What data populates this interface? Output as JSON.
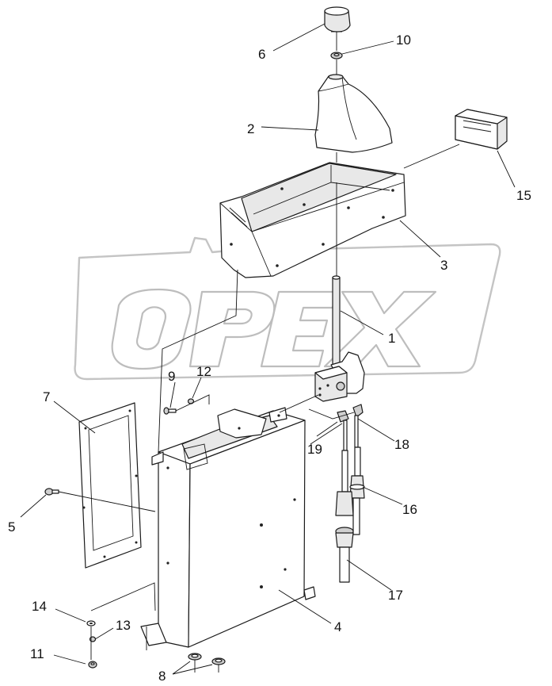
{
  "watermark": {
    "text": "OPEX",
    "color": "#c4c4c4"
  },
  "callouts": [
    {
      "id": "1",
      "label": "1"
    },
    {
      "id": "2",
      "label": "2"
    },
    {
      "id": "3",
      "label": "3"
    },
    {
      "id": "4",
      "label": "4"
    },
    {
      "id": "5",
      "label": "5"
    },
    {
      "id": "6",
      "label": "6"
    },
    {
      "id": "7",
      "label": "7"
    },
    {
      "id": "8",
      "label": "8"
    },
    {
      "id": "9",
      "label": "9"
    },
    {
      "id": "10",
      "label": "10"
    },
    {
      "id": "11",
      "label": "11"
    },
    {
      "id": "12",
      "label": "12"
    },
    {
      "id": "13",
      "label": "13"
    },
    {
      "id": "14",
      "label": "14"
    },
    {
      "id": "15",
      "label": "15"
    },
    {
      "id": "16",
      "label": "16"
    },
    {
      "id": "17",
      "label": "17"
    },
    {
      "id": "18",
      "label": "18"
    },
    {
      "id": "19",
      "label": "19"
    }
  ],
  "parts": [
    {
      "callout": "1",
      "name": "shift-lever-icon"
    },
    {
      "callout": "2",
      "name": "lever-boot-icon"
    },
    {
      "callout": "3",
      "name": "console-cover-icon"
    },
    {
      "callout": "4",
      "name": "console-housing-icon"
    },
    {
      "callout": "5",
      "name": "screw-icon"
    },
    {
      "callout": "6",
      "name": "shift-knob-icon"
    },
    {
      "callout": "7",
      "name": "side-panel-icon"
    },
    {
      "callout": "8",
      "name": "rubber-pad-icon"
    },
    {
      "callout": "9",
      "name": "bolt-icon"
    },
    {
      "callout": "10",
      "name": "nut-icon"
    },
    {
      "callout": "11",
      "name": "nut-icon"
    },
    {
      "callout": "12",
      "name": "nut-icon"
    },
    {
      "callout": "13",
      "name": "washer-icon"
    },
    {
      "callout": "14",
      "name": "washer-icon"
    },
    {
      "callout": "15",
      "name": "switch-block-icon"
    },
    {
      "callout": "16",
      "name": "control-cable-icon"
    },
    {
      "callout": "17",
      "name": "control-cable-icon"
    },
    {
      "callout": "18",
      "name": "cable-end-icon"
    },
    {
      "callout": "19",
      "name": "cable-end-icon"
    }
  ]
}
